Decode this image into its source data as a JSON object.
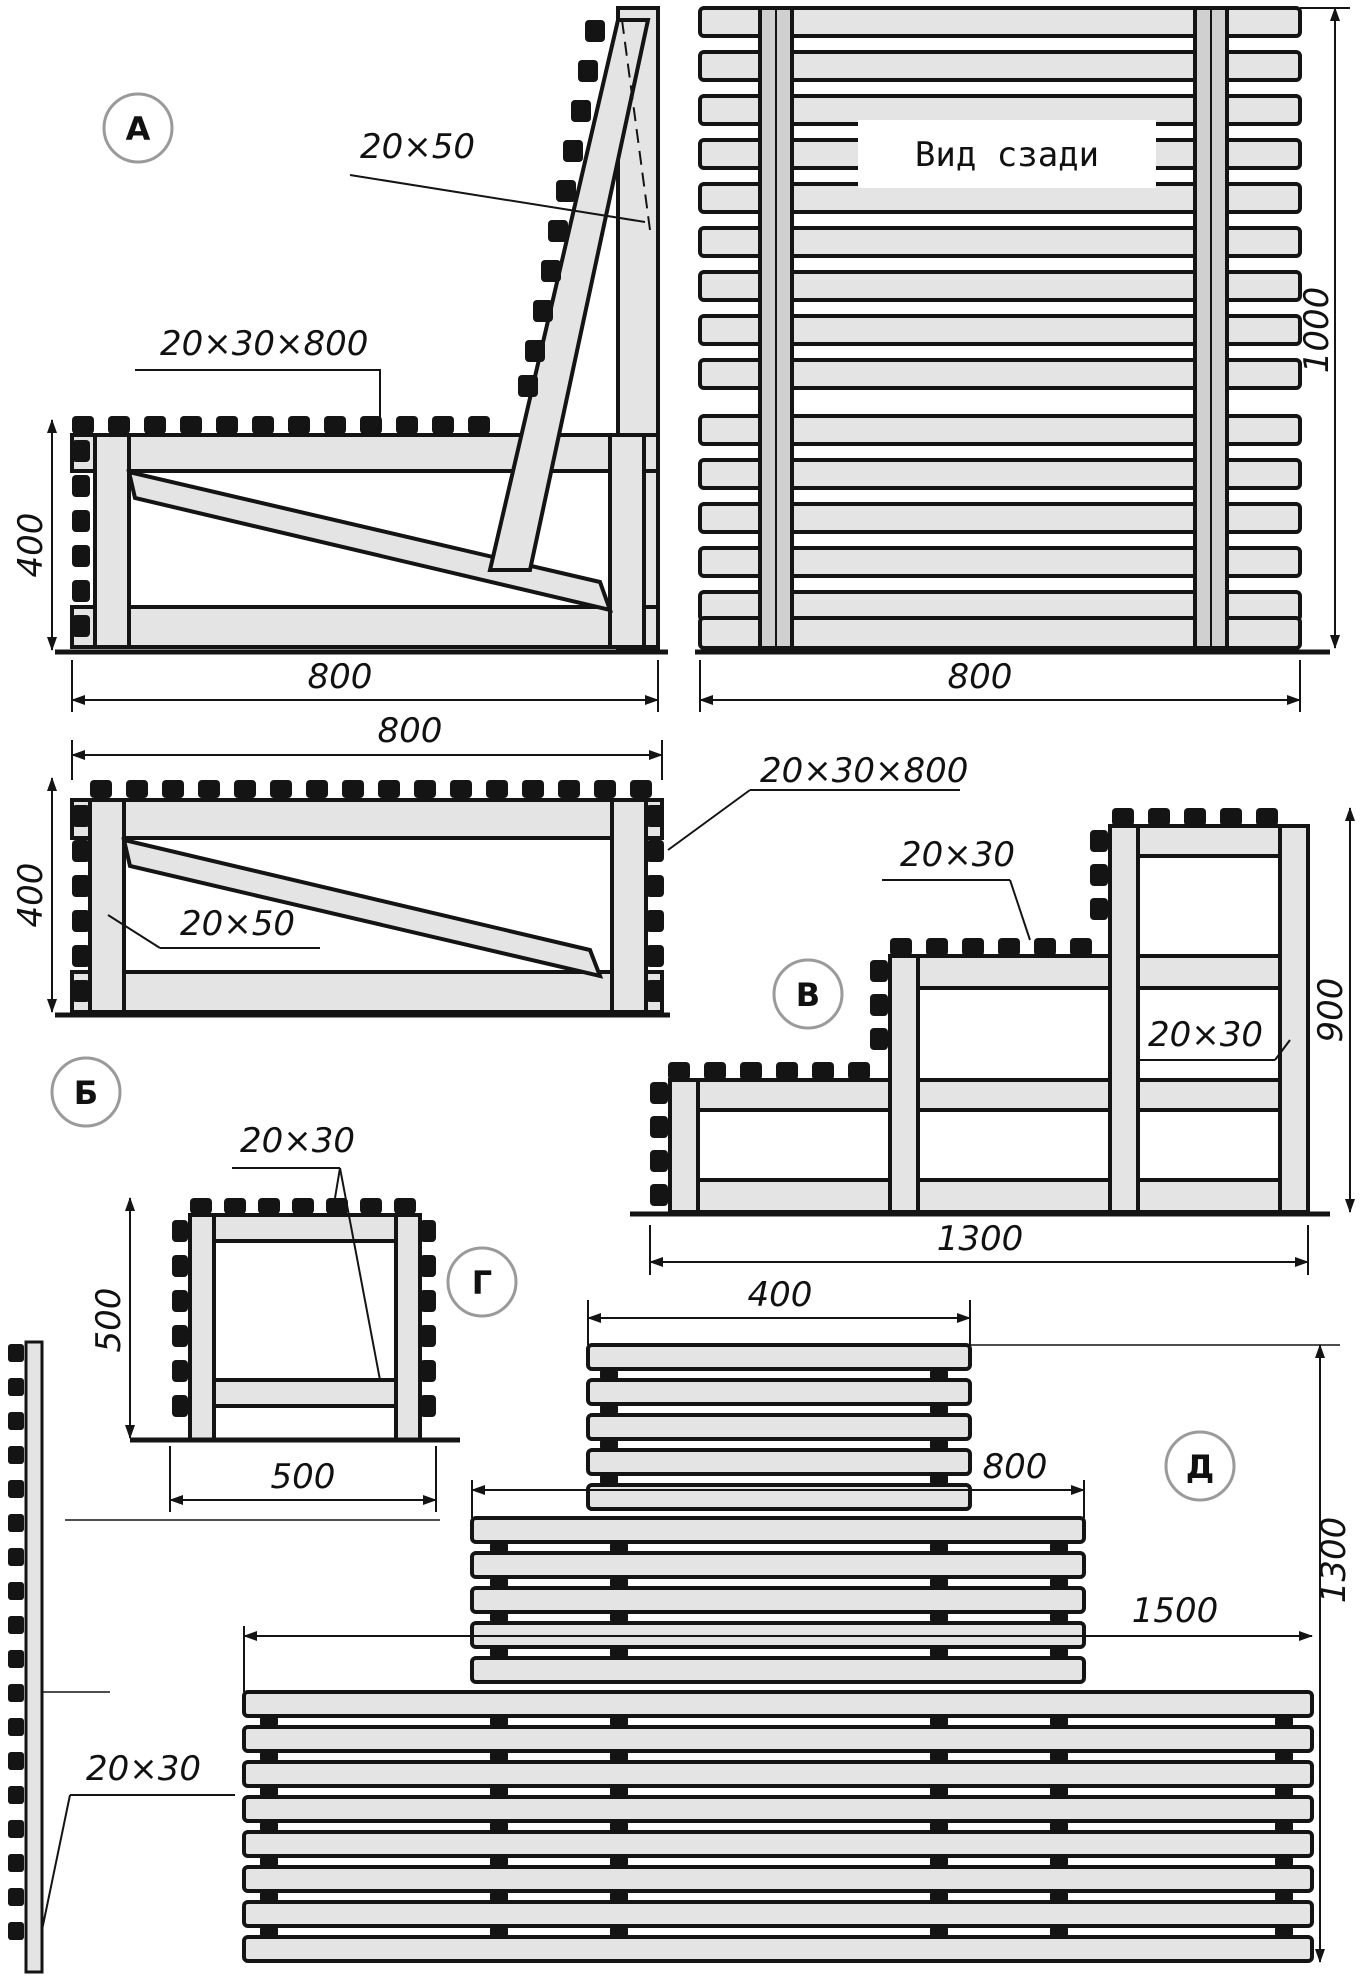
{
  "views": {
    "A": {
      "letter": "А",
      "label_top": "20×50",
      "label_slats": "20×30×800",
      "dim_height": "400",
      "dim_width": "800"
    },
    "rear": {
      "title": "Вид сзади",
      "dim_width": "800",
      "dim_height": "1000"
    },
    "B": {
      "letter": "Б",
      "dim_width": "800",
      "dim_height": "400",
      "label_slats": "20×30×800",
      "label_brace": "20×50"
    },
    "V": {
      "letter": "В",
      "label_top": "20×30",
      "label_side": "20×30",
      "dim_width": "1300",
      "dim_height": "900"
    },
    "G": {
      "letter": "Г",
      "label": "20×30",
      "dim_width": "500",
      "dim_height": "500"
    },
    "D": {
      "letter": "Д",
      "dim_top": "400",
      "dim_mid": "800",
      "dim_bottom": "1500",
      "dim_height": "1300",
      "label_side": "20×30"
    }
  },
  "colors": {
    "ink": "#141414",
    "wood": "#e4e4e4",
    "paper": "#ffffff"
  }
}
